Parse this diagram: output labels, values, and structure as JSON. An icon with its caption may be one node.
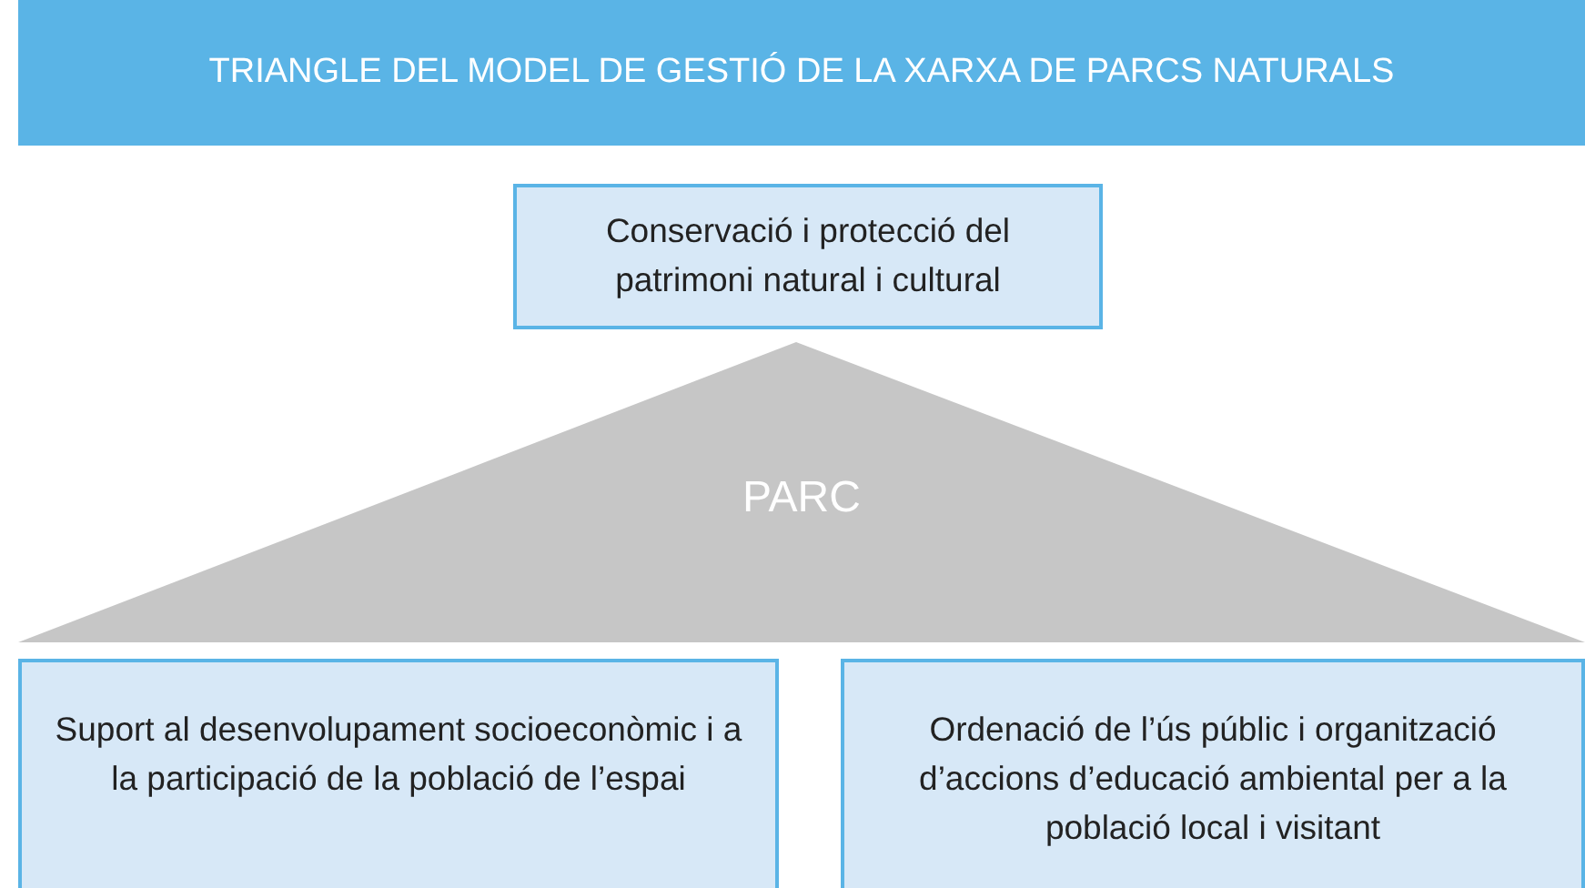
{
  "diagram": {
    "title": "TRIANGLE DEL MODEL DE GESTIÓ DE LA XARXA DE PARCS NATURALS",
    "nodes": [
      {
        "text": [
          "Conservació i protecció del patrimoni natural i cultural"
        ]
      },
      {
        "text": [
          "PARC"
        ]
      },
      {
        "text": [
          "Suport al desenvolupament socioeconòmic i a la participació de la població de l’espai"
        ]
      },
      {
        "text": [
          "Ordenació de l’ús públic i organització d’accions d’educació ambiental per a la població local i visitant"
        ]
      }
    ]
  }
}
